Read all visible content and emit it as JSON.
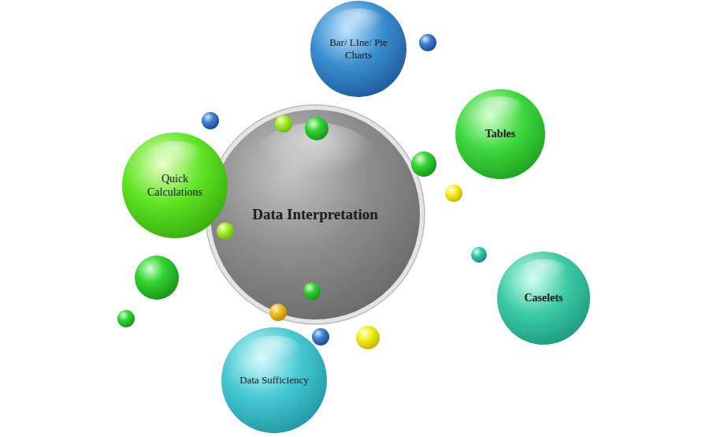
{
  "diagram": {
    "nodes": [
      {
        "text": [
          "Bar/ LIne/ Pie Charts"
        ]
      },
      {
        "text": [
          "Tables"
        ]
      },
      {
        "text": [
          "Quick Calculations"
        ]
      },
      {
        "text": [
          "Data Interpretation"
        ]
      },
      {
        "text": [
          "Caselets"
        ]
      },
      {
        "text": [
          "Data Sufficiency"
        ]
      }
    ]
  }
}
